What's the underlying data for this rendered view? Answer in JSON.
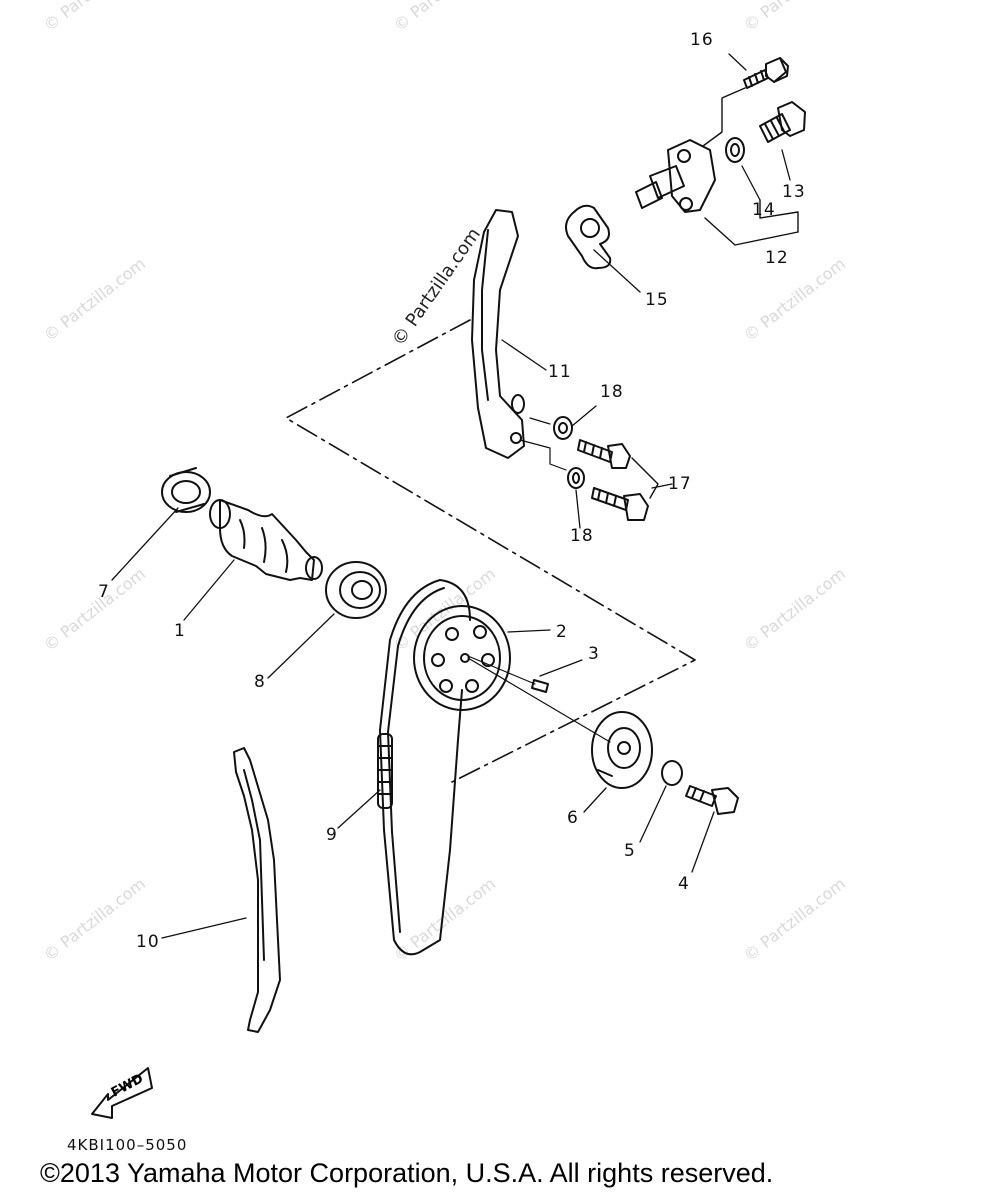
{
  "watermark": "© Partzilla.com",
  "center_watermark": "© Partzilla.com",
  "fwd_label": "FWD",
  "part_code": "4KBI100–5050",
  "copyright": "©2013  Yamaha Motor Corporation, U.S.A. All rights reserved.",
  "callouts": {
    "c1": "1",
    "c2": "2",
    "c3": "3",
    "c4": "4",
    "c5": "5",
    "c6": "6",
    "c7": "7",
    "c8": "8",
    "c9": "9",
    "c10": "10",
    "c11": "11",
    "c12": "12",
    "c13": "13",
    "c14": "14",
    "c15": "15",
    "c16": "16",
    "c17": "17",
    "c18a": "18",
    "c18b": "18"
  }
}
